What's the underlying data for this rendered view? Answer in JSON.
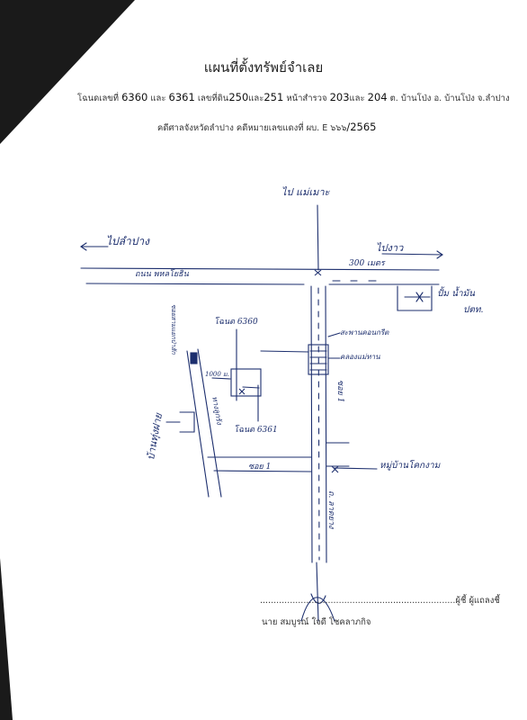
{
  "document": {
    "title": "แผนที่ตั้งทรัพย์จำเลย",
    "deed_line": {
      "prefix": "โฉนดเลขที่",
      "deed_a": "6360",
      "and1": "และ",
      "deed_b": "6361",
      "land_prefix": "เลขที่ดิน",
      "land_a": "250",
      "and2": "และ",
      "land_b": "251",
      "survey_prefix": "หน้าสำรวจ",
      "survey_a": "203",
      "and3": "และ",
      "survey_b": "204",
      "location": "ต. บ้านโป่ง อ. บ้านโป่ง จ.ลำปาง"
    },
    "court_line": {
      "prefix": "คดีศาลจังหวัดลำปาง คดีหมายเลขแดงที่ ผบ. E",
      "number": "๖๖๖",
      "year": "/2565"
    },
    "map_labels": {
      "north_road": "ไป แม่เมาะ",
      "west_direction": "ไปลำปาง",
      "east_direction": "ไปงาว",
      "distance_300": "300 เมตร",
      "main_road": "ถนน พหลโยธิน",
      "east_place": "ปั้ม น้ำมัน",
      "east_place_2": "ปตท.",
      "deed_6360": "โฉนด 6360",
      "deed_6361": "โฉนด 6361",
      "distance_1000": "1000 ม.",
      "bridge_label": "สะพานคอนกรีต",
      "canal_label": "คลองแม่ทาน",
      "lane_label": "ซอย 1",
      "lane_label_2": "ซอย 1",
      "east_village": "หมู่บ้านโคกงาม",
      "south_road": "ถ. ลาดยาง",
      "west_lane_top": "ซอยสามแยกป่าสัก",
      "west_lane_label": "ทางลูกรัง",
      "west_village": "บ้านทุ่งฝาย"
    },
    "signature": {
      "line": "........................................................................ผู้ชี้ ผู้แถลงชี้",
      "name_prefix": "นาย",
      "name": "สมบูรณ์ ใจดี โชคลาภกิจ"
    }
  }
}
